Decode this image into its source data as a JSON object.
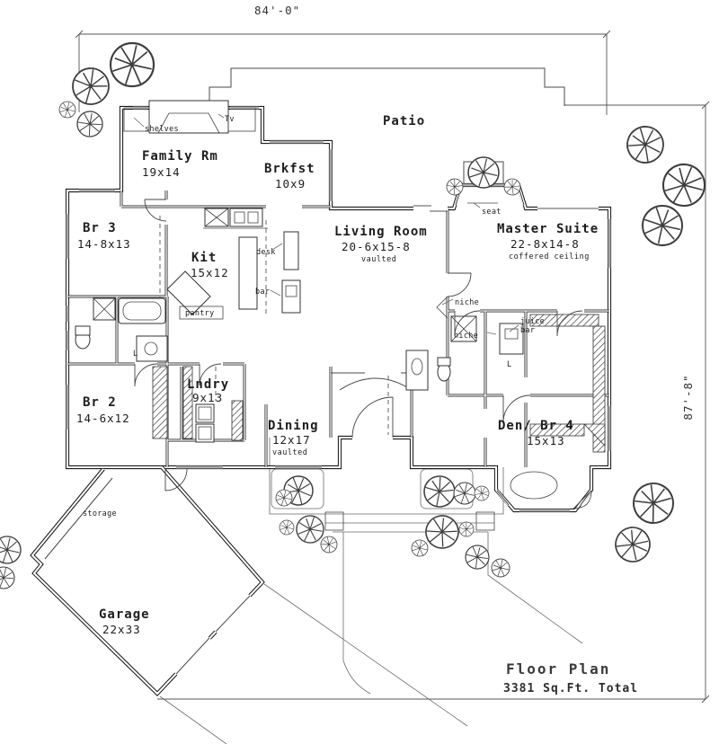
{
  "title": {
    "line1": "Floor Plan",
    "line2": "3381 Sq.Ft. Total"
  },
  "dimensions": {
    "width": "84'-0\"",
    "height": "87'-8\""
  },
  "rooms": {
    "patio": {
      "name": "Patio"
    },
    "family": {
      "name": "Family Rm",
      "size": "19x14"
    },
    "brkfst": {
      "name": "Brkfst",
      "size": "10x9"
    },
    "living": {
      "name": "Living Room",
      "size": "20-6x15-8",
      "note": "vaulted"
    },
    "master": {
      "name": "Master Suite",
      "size": "22-8x14-8",
      "note": "coffered ceiling"
    },
    "br3": {
      "name": "Br 3",
      "size": "14-8x13"
    },
    "kit": {
      "name": "Kit",
      "size": "15x12"
    },
    "br2": {
      "name": "Br 2",
      "size": "14-6x12"
    },
    "lndry": {
      "name": "Lndry",
      "size": "9x13"
    },
    "dining": {
      "name": "Dining",
      "size": "12x17",
      "note": "vaulted"
    },
    "den": {
      "name": "Den/ Br 4",
      "size": "15x13"
    },
    "storage": {
      "name": "storage"
    },
    "garage": {
      "name": "Garage",
      "size": "22x33"
    }
  },
  "annotations": {
    "shelves": "shelves",
    "tv": "Tv",
    "desk": "desk",
    "bar": "bar",
    "pantry": "pantry",
    "seat": "seat",
    "niche1": "niche",
    "niche2": "niche",
    "juice1": "juice",
    "juice2": "bar",
    "linen1": "L",
    "linen2": "L"
  }
}
